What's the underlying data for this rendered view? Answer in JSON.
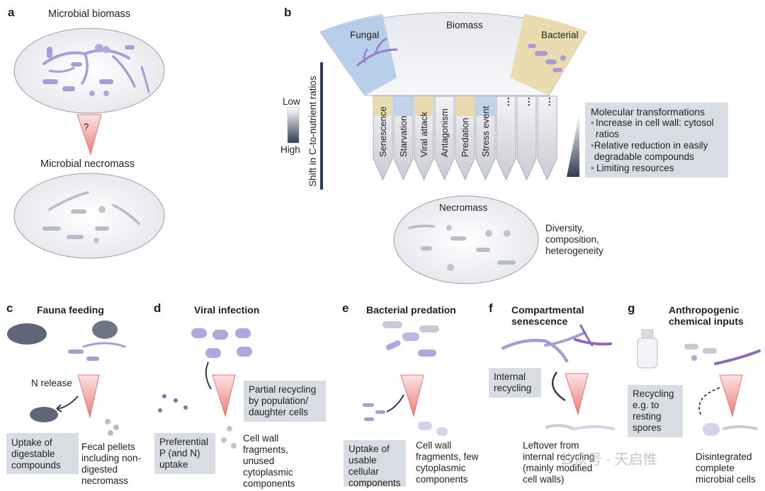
{
  "panel_letters": {
    "a": "a",
    "b": "b",
    "c": "c",
    "d": "d",
    "e": "e",
    "f": "f",
    "g": "g"
  },
  "a": {
    "top_label": "Microbial biomass",
    "question": "?",
    "bottom_label": "Microbial necromass"
  },
  "b": {
    "biomass": "Biomass",
    "fungal": "Fungal",
    "bacterial": "Bacterial",
    "axis_low": "Low",
    "axis_high": "High",
    "axis_label": "Shift in C-to-nutrient ratios",
    "pathways": [
      "Senescence",
      "Starvation",
      "Viral attack",
      "Antagonism",
      "Predation",
      "Stress event",
      "⋮",
      "⋮",
      "⋮"
    ],
    "transform_title": "Molecular transformations",
    "transform_items": [
      "Increase in cell wall: cytosol ratios",
      "Relative reduction in easily degradable compounds",
      "Limiting resources"
    ],
    "bullet": "•",
    "necromass": "Necromass",
    "diversity": "Diversity, composition, heterogeneity"
  },
  "c": {
    "title": "Fauna feeding",
    "n_release": "N release",
    "uptake_box": "Uptake of digestable compounds",
    "fecal": "Fecal pellets including non-digested necromass"
  },
  "d": {
    "title": "Viral infection",
    "partial_box": "Partial recycling by population/ daughter cells",
    "pref_box": "Preferential P (and N) uptake",
    "cellwall": "Cell wall fragments, unused cytoplasmic components"
  },
  "e": {
    "title": "Bacterial predation",
    "uptake_box": "Uptake of usable cellular components",
    "cellwall": "Cell wall fragments, few cytoplasmic components"
  },
  "f": {
    "title": "Compartmental senescence",
    "internal_box": "Internal recycling",
    "leftover": "Leftover from internal recycling (mainly modified cell walls)"
  },
  "g": {
    "title": "Anthropogenic chemical inputs",
    "recycling_box": "Recycling e.g. to resting spores",
    "disintegrated": "Disintegrated complete microbial cells"
  },
  "watermark": "公众号 · 天启惟",
  "colors": {
    "cone": "#f4a3a3",
    "bacterial": "#e9d9a6",
    "fungal": "#aec9e8",
    "microbe": "#a99bd6",
    "box": "#d8dde4"
  }
}
